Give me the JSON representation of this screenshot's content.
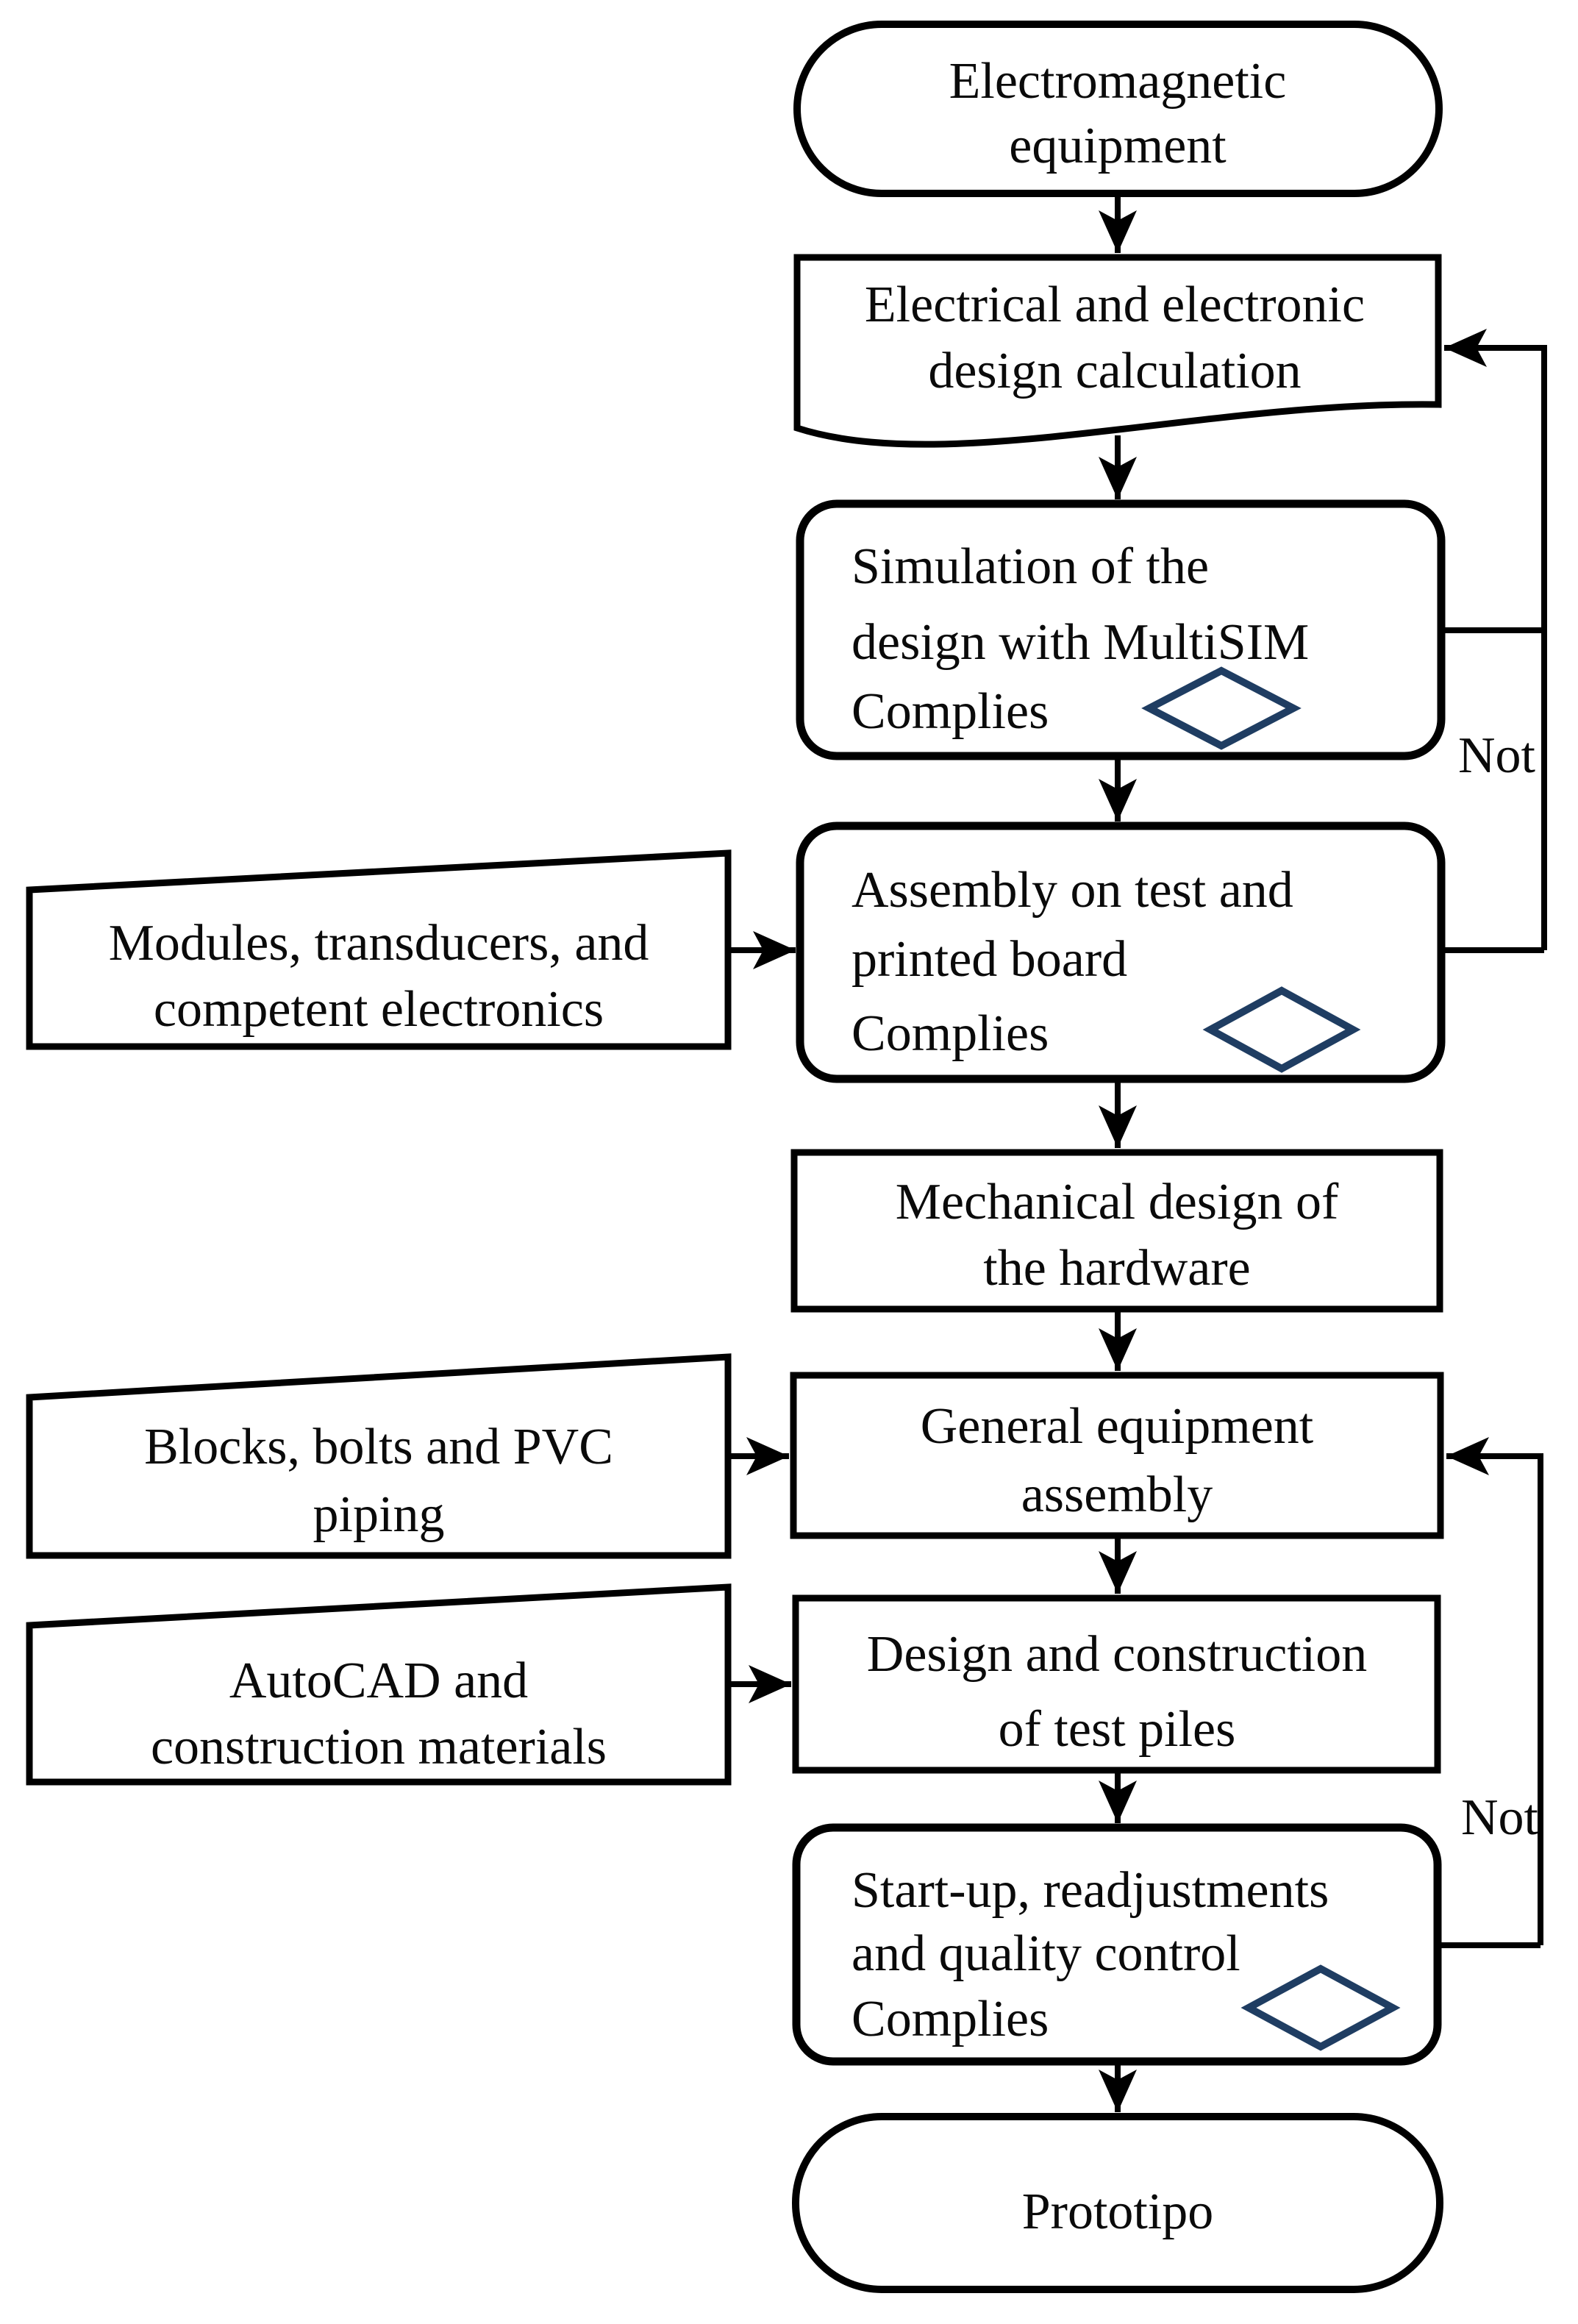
{
  "nodes": {
    "start": {
      "type": "terminator",
      "lines": [
        "Electromagnetic",
        "equipment"
      ]
    },
    "design_calc": {
      "type": "document",
      "lines": [
        "Electrical  and electronic",
        "design calculation"
      ]
    },
    "simulation": {
      "type": "decision-process",
      "lines": [
        "Simulation  of the",
        "design with MultiSIM",
        "Complies"
      ]
    },
    "assembly": {
      "type": "decision-process",
      "lines": [
        "Assembly on test and",
        "printed board",
        "Complies"
      ]
    },
    "modules": {
      "type": "manual-input",
      "lines": [
        "Modules, transducers, and",
        "competent electronics"
      ]
    },
    "mechanical": {
      "type": "process",
      "lines": [
        "Mechanical  design of",
        "the hardware"
      ]
    },
    "blocks": {
      "type": "manual-input",
      "lines": [
        "Blocks, bolts and PVC",
        "piping"
      ]
    },
    "general": {
      "type": "process",
      "lines": [
        "General  equipment",
        "assembly"
      ]
    },
    "autocad": {
      "type": "manual-input",
      "lines": [
        "AutoCAD and",
        "construction materials"
      ]
    },
    "piles": {
      "type": "process",
      "lines": [
        "Design  and  construction",
        "of test piles"
      ]
    },
    "startup": {
      "type": "decision-process",
      "lines": [
        "Start-up, readjustments",
        "and quality  control",
        "Complies"
      ]
    },
    "prototype": {
      "type": "terminator",
      "lines": [
        "Prototipo"
      ]
    }
  },
  "labels": {
    "not_top": "Not",
    "not_bottom": "Not"
  },
  "colors": {
    "line": "#000000",
    "text": "#0a0a0a",
    "diamond": "#1f3d62",
    "background": "#ffffff"
  }
}
